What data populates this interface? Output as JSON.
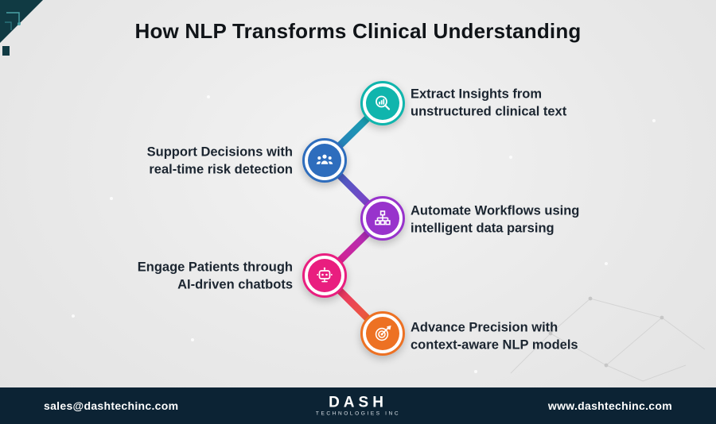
{
  "title": "How NLP Transforms Clinical Understanding",
  "nodes": [
    {
      "label": "Extract Insights from unstructured clinical text",
      "color": "#10b5ad",
      "icon": "chart-insights-icon",
      "side": "right"
    },
    {
      "label": "Support Decisions with real-time risk detection",
      "color": "#2e6dbd",
      "icon": "team-decision-icon",
      "side": "left"
    },
    {
      "label": "Automate Workflows using intelligent data parsing",
      "color": "#9833cc",
      "icon": "workflow-automation-icon",
      "side": "right"
    },
    {
      "label": "Engage Patients through AI-driven chatbots",
      "color": "#e91e7f",
      "icon": "chatbot-icon",
      "side": "left"
    },
    {
      "label": "Advance Precision with context-aware NLP models",
      "color": "#ed7123",
      "icon": "target-precision-icon",
      "side": "right"
    }
  ],
  "footer": {
    "email": "sales@dashtechinc.com",
    "website": "www.dashtechinc.com",
    "logo_primary": "DASH",
    "logo_secondary": "TECHNOLOGIES INC",
    "bg_color": "#0c2334"
  }
}
